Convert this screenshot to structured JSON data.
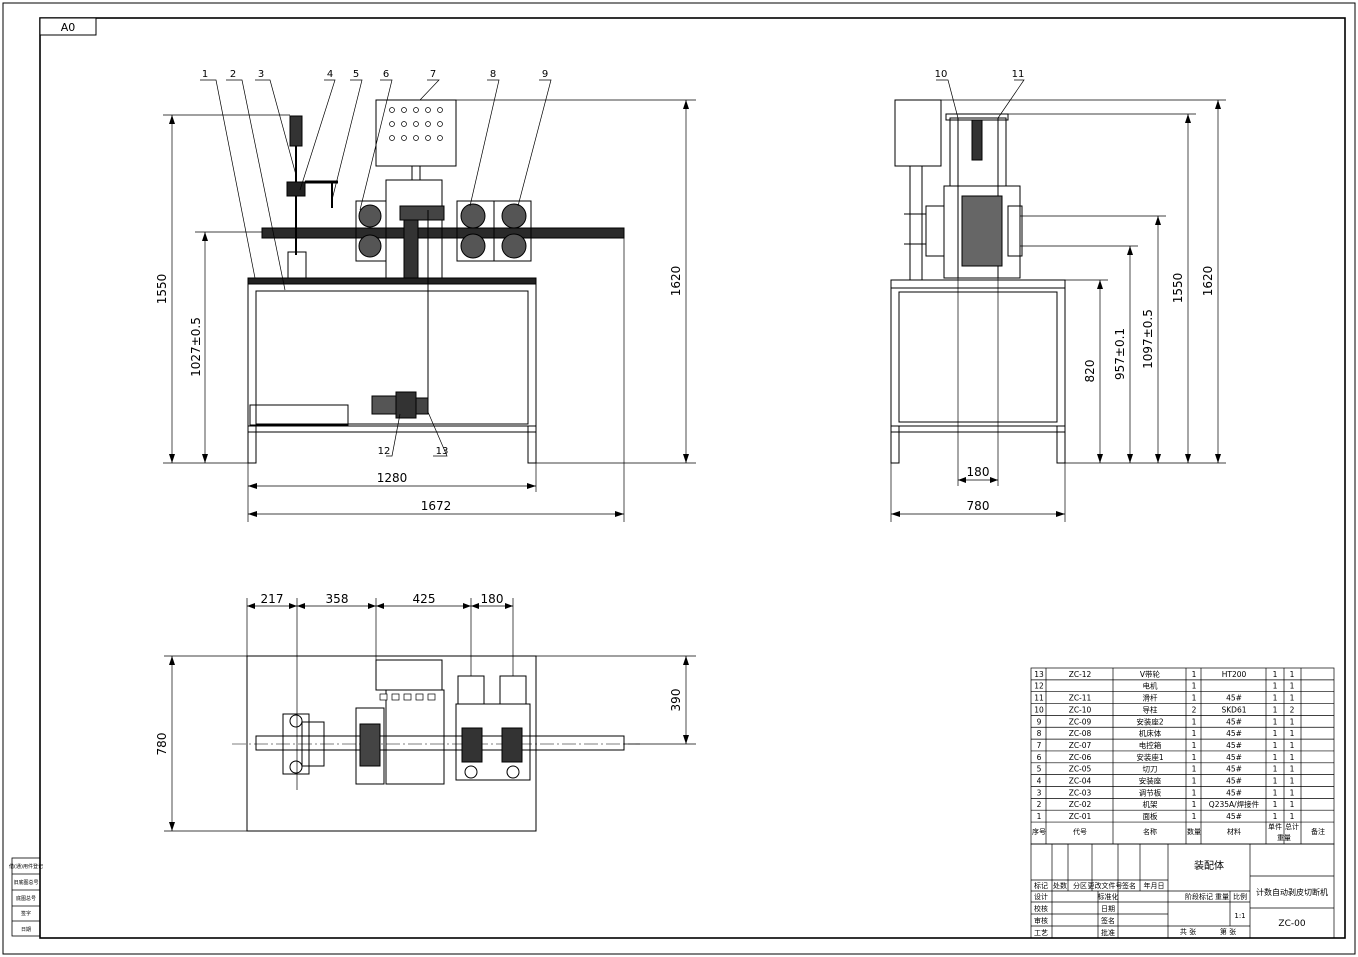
{
  "sheet": {
    "format": "A0"
  },
  "front_view": {
    "balloons": [
      "1",
      "2",
      "3",
      "4",
      "5",
      "6",
      "7",
      "8",
      "9"
    ],
    "dims": {
      "h1550": "1550",
      "h1027": "1027±0.5",
      "h1620": "1620",
      "w1280": "1280",
      "w1672": "1672"
    },
    "bottom_balloons": [
      "12",
      "13"
    ]
  },
  "side_view": {
    "balloons": [
      "10",
      "11"
    ],
    "dims": {
      "h820": "820",
      "h957": "957±0.1",
      "h1097": "1097±0.5",
      "h1550": "1550",
      "h1620": "1620",
      "w180": "180",
      "w780": "780"
    }
  },
  "top_view": {
    "dims": {
      "w217": "217",
      "w358": "358",
      "w425": "425",
      "w180": "180",
      "h390": "390",
      "h780": "780"
    }
  },
  "bom": {
    "rows": [
      [
        "13",
        "ZC-12",
        "V带轮",
        "1",
        "HT200",
        "1",
        "1"
      ],
      [
        "12",
        "",
        "电机",
        "1",
        "",
        "1",
        "1"
      ],
      [
        "11",
        "ZC-11",
        "滑杆",
        "1",
        "45#",
        "1",
        "1"
      ],
      [
        "10",
        "ZC-10",
        "导柱",
        "2",
        "SKD61",
        "1",
        "2"
      ],
      [
        "9",
        "ZC-09",
        "安装座2",
        "1",
        "45#",
        "1",
        "1"
      ],
      [
        "8",
        "ZC-08",
        "机床体",
        "1",
        "45#",
        "1",
        "1"
      ],
      [
        "7",
        "ZC-07",
        "电控箱",
        "1",
        "45#",
        "1",
        "1"
      ],
      [
        "6",
        "ZC-06",
        "安装座1",
        "1",
        "45#",
        "1",
        "1"
      ],
      [
        "5",
        "ZC-05",
        "切刀",
        "1",
        "45#",
        "1",
        "1"
      ],
      [
        "4",
        "ZC-04",
        "安装座",
        "1",
        "45#",
        "1",
        "1"
      ],
      [
        "3",
        "ZC-03",
        "调节板",
        "1",
        "45#",
        "1",
        "1"
      ],
      [
        "2",
        "ZC-02",
        "机架",
        "1",
        "Q235A/焊接件",
        "1",
        "1"
      ],
      [
        "1",
        "ZC-01",
        "面板",
        "1",
        "45#",
        "1",
        "1"
      ]
    ],
    "header": {
      "no": "序号",
      "code": "代号",
      "name": "名称",
      "qty": "数量",
      "material": "材料",
      "unit_weight": "单件",
      "total_weight": "总计",
      "weight": "重量",
      "remark": "备注"
    }
  },
  "title_block": {
    "assembly": "装配体",
    "product": "计数自动剥皮切断机",
    "drawing_no": "ZC-00",
    "scale": "1:1",
    "scale_label": "比例",
    "stage_label": "阶段标记",
    "weight_label": "重量",
    "sheets_total": "共 张",
    "sheet_no": "第 张",
    "rev_headers": [
      "标记",
      "处数",
      "分区",
      "更改文件号",
      "签名",
      "年月日"
    ],
    "role_labels": [
      "设计",
      "校核",
      "审核",
      "工艺"
    ],
    "role_labels2": [
      "标准化",
      "批准",
      "日期",
      "签名"
    ]
  },
  "left_strip": {
    "labels": [
      "借(通)用件登记",
      "旧底图总号",
      "底图总号",
      "签字",
      "日期"
    ]
  }
}
